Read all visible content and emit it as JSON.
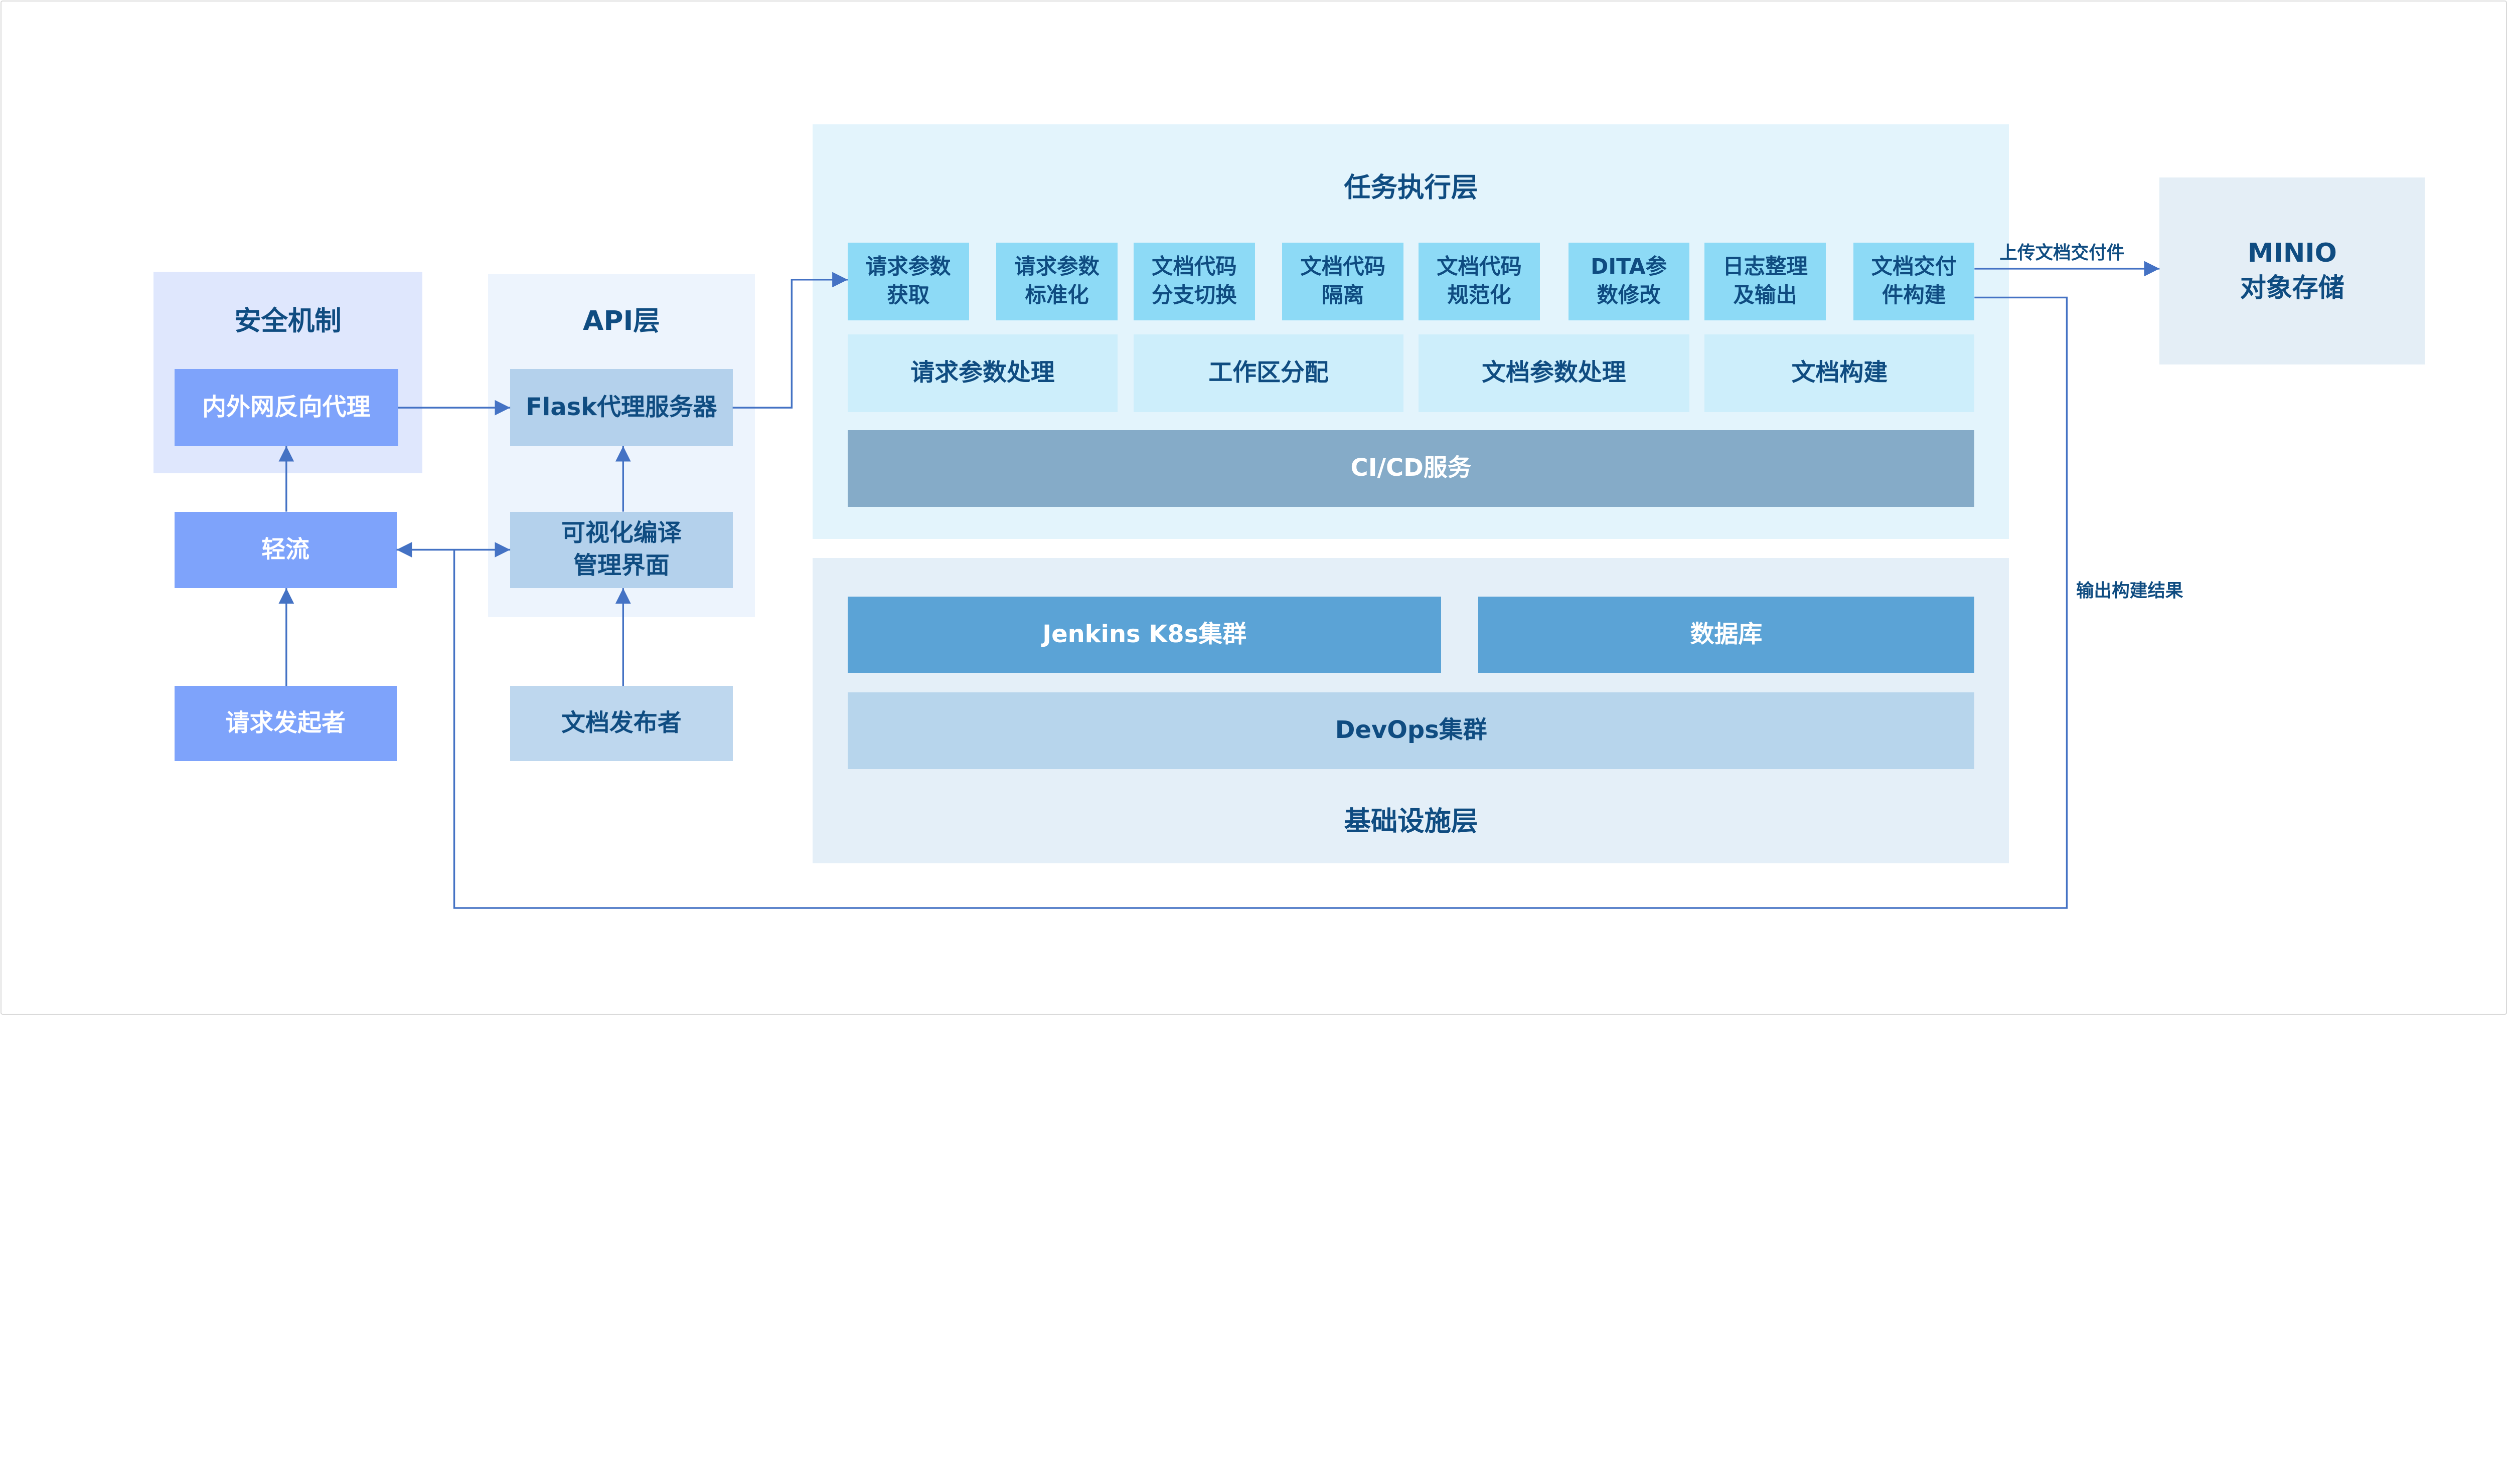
{
  "security": {
    "title": "安全机制",
    "proxy": "内外网反向代理",
    "qingliu": "轻流",
    "requester": "请求发起者"
  },
  "api": {
    "title": "API层",
    "flask": "Flask代理服务器",
    "ui": "可视化编译\n管理界面",
    "publisher": "文档发布者"
  },
  "task": {
    "title": "任务执行层",
    "steps": [
      "请求参数\n获取",
      "请求参数\n标准化",
      "文档代码\n分支切换",
      "文档代码\n隔离",
      "文档代码\n规范化",
      "DITA参\n数修改",
      "日志整理\n及输出",
      "文档交付\n件构建"
    ],
    "stages": [
      "请求参数处理",
      "工作区分配",
      "文档参数处理",
      "文档构建"
    ],
    "cicd": "CI/CD服务"
  },
  "infra": {
    "title": "基础设施层",
    "jenkins": "Jenkins K8s集群",
    "db": "数据库",
    "devops": "DevOps集群"
  },
  "minio": {
    "label": "MINIO\n对象存储"
  },
  "edges": {
    "upload": "上传文档交付件",
    "output": "输出构建结果"
  },
  "colors": {
    "text": "#0f4c81",
    "line": "#4472c4",
    "security_box": "#7ea3fb",
    "api_box": "#b4d1ec",
    "step_box": "#8ddaf6",
    "stage_box": "#cdeefb",
    "cicd": "#85abc8",
    "jenkins": "#5ba3d6",
    "devops": "#b7d5ec"
  }
}
